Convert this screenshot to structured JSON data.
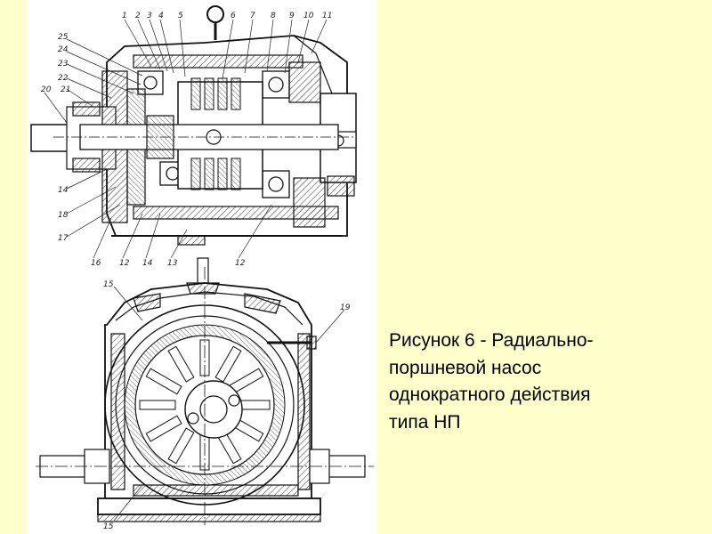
{
  "figure": {
    "callouts_top": [
      "1",
      "2",
      "3",
      "4",
      "5",
      "6",
      "7",
      "8",
      "9",
      "10",
      "11",
      "25",
      "24",
      "23",
      "22",
      "21",
      "20",
      "14",
      "18",
      "17",
      "16",
      "12",
      "14",
      "13",
      "12"
    ],
    "callouts_bottom": [
      "15",
      "19",
      "15"
    ]
  },
  "caption": {
    "lines": [
      "Рисунок 6 - Радиально-",
      "поршневой насос",
      "однократного действия",
      "типа НП"
    ]
  }
}
